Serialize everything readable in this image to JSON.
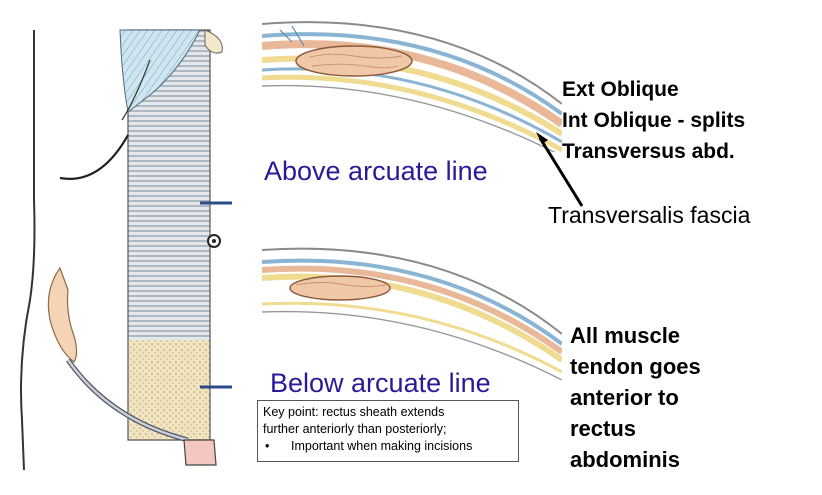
{
  "upper_section": {
    "caption": "Above arcuate line",
    "layers": [
      "Ext Oblique",
      "Int Oblique - splits",
      "Transversus abd."
    ],
    "fascia_label": "Transversalis fascia"
  },
  "lower_section": {
    "caption": "Below arcuate line",
    "description_lines": [
      "All muscle",
      "tendon goes",
      "anterior to",
      "rectus",
      "abdominis"
    ]
  },
  "note": {
    "line1": "Key point: rectus sheath extends",
    "line2": "further anteriorly than posteriorly;",
    "bullet": "•",
    "bullet_text": "Important when making incisions"
  },
  "colors": {
    "caption_blue": "#2a1a9a",
    "muscle": "#e8b898",
    "tendon_yellow": "#f0dc90",
    "fascia_blue": "#8ab4d4",
    "stripe_gray": "#9aa8b4"
  }
}
